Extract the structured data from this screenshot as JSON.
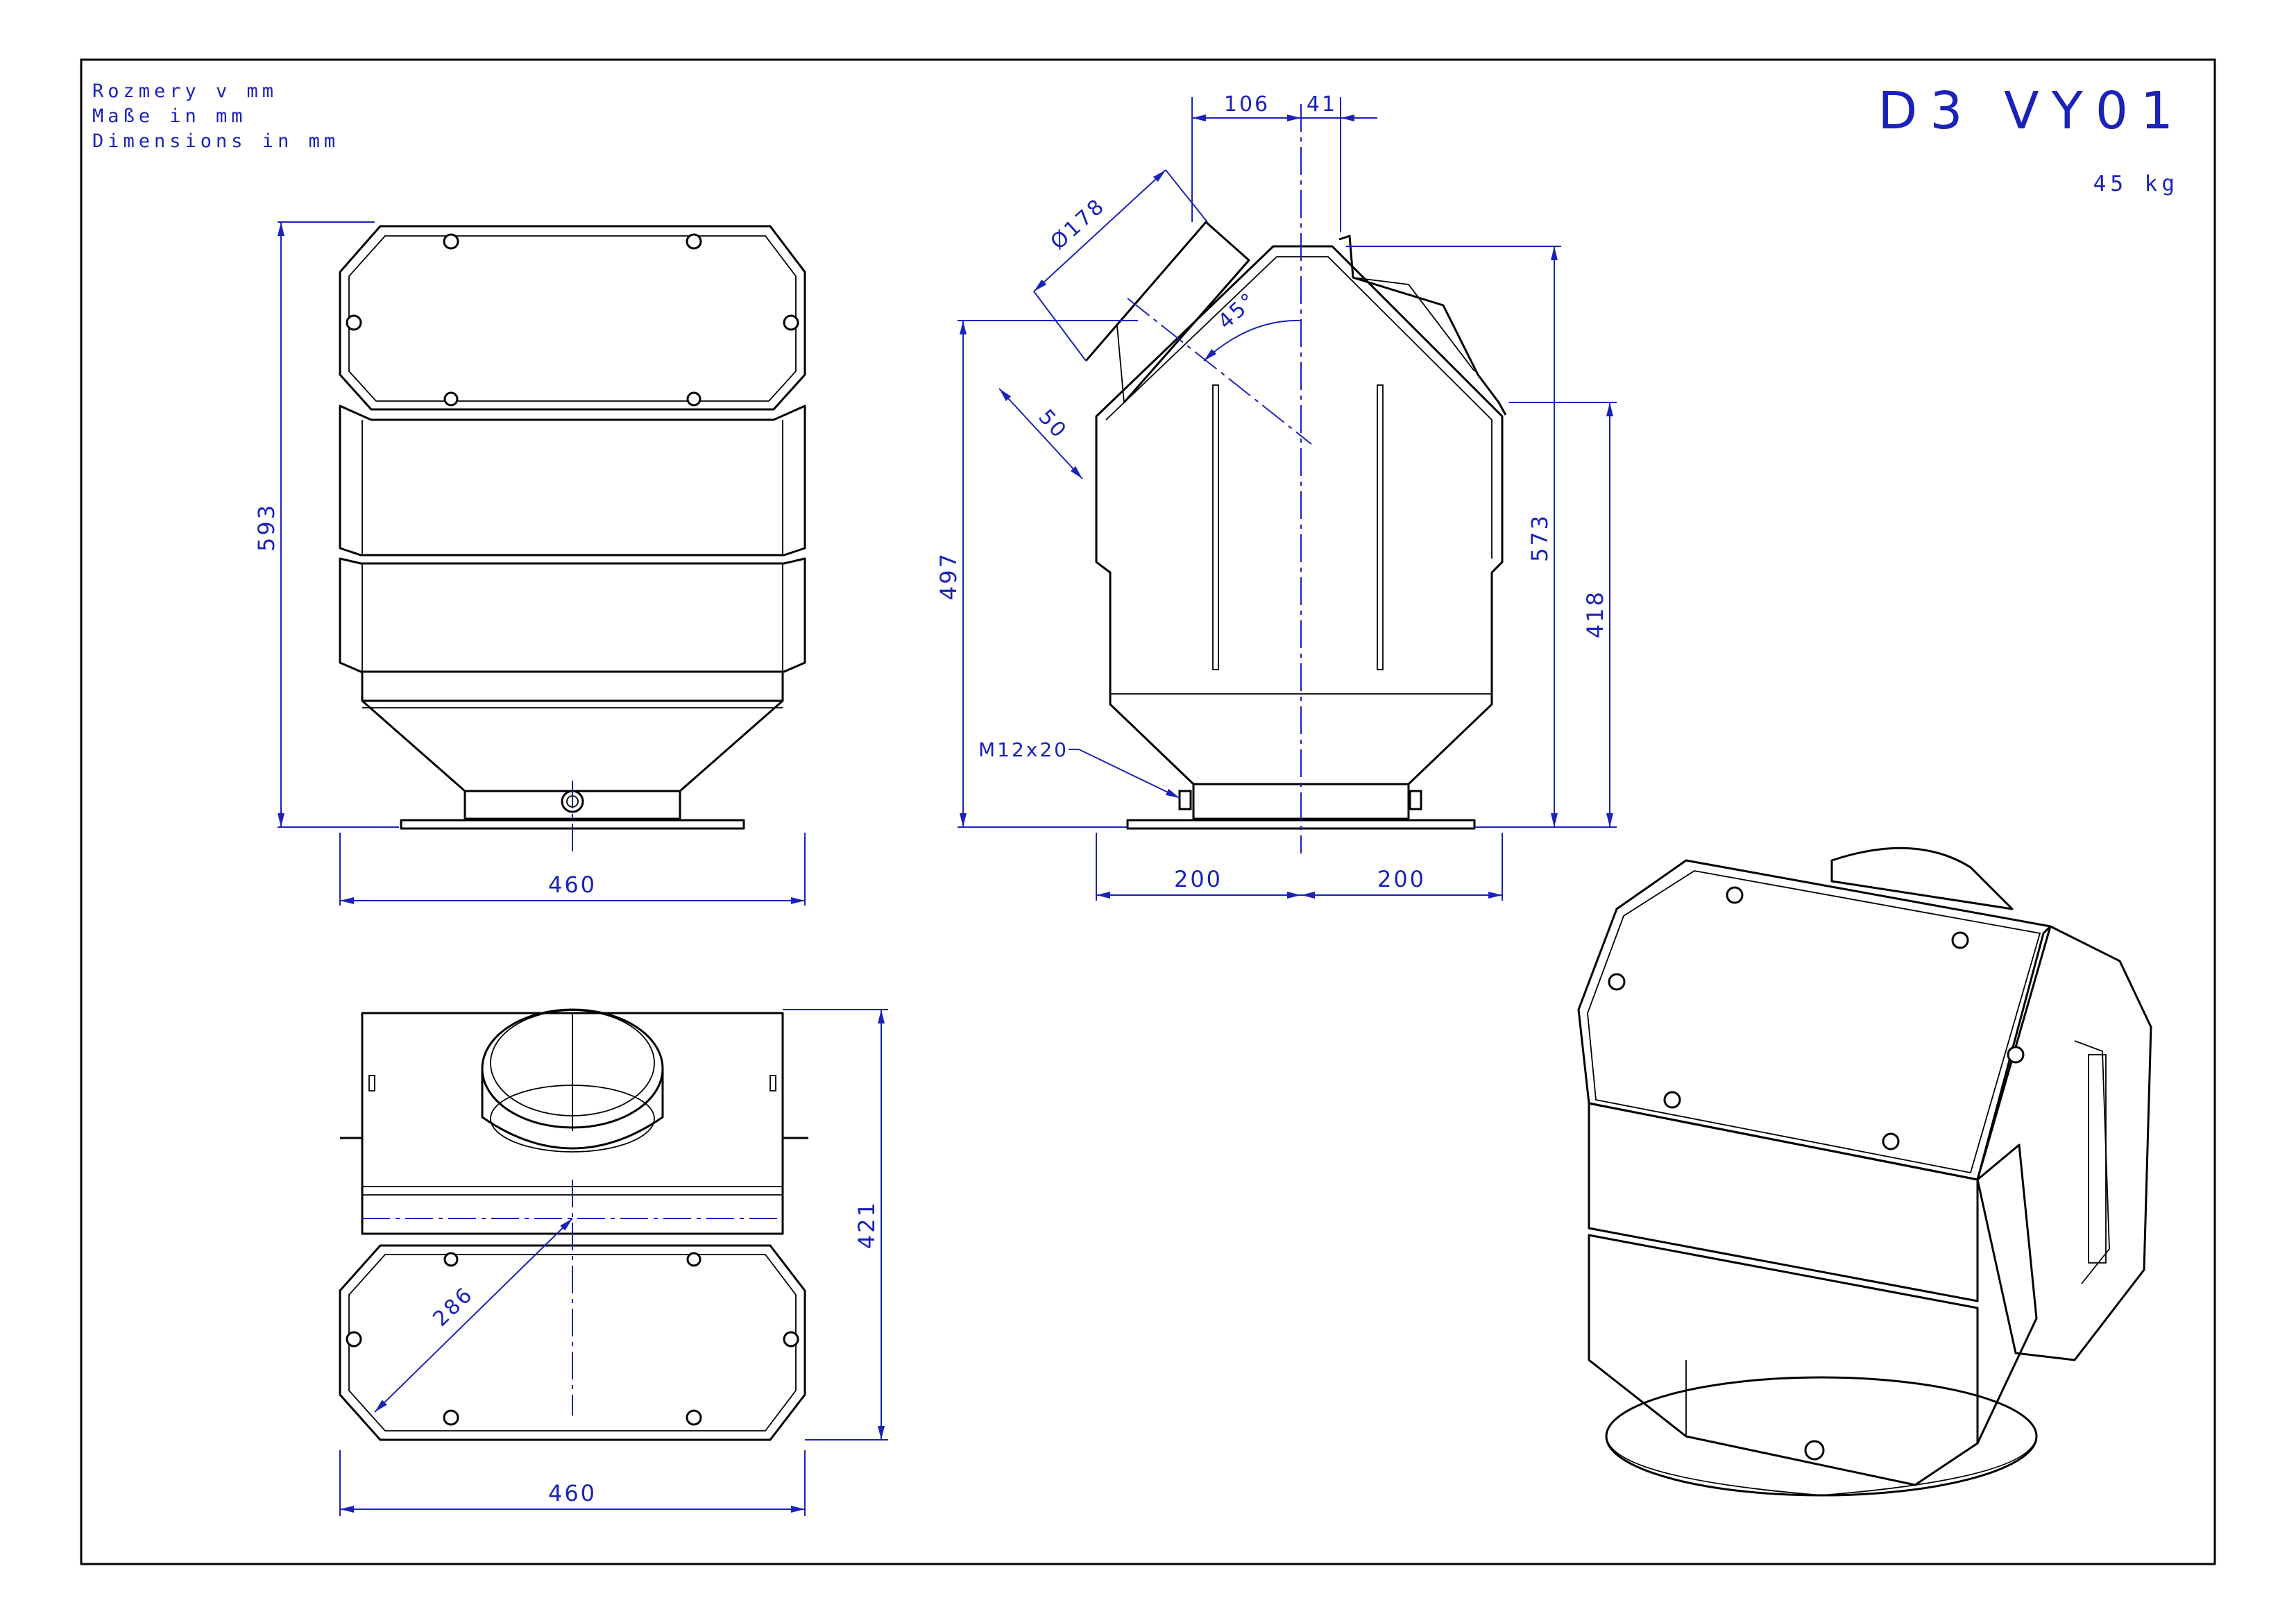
{
  "units_note": {
    "line1": "Rozmery v mm",
    "line2": "Maße in mm",
    "line3": "Dimensions in mm"
  },
  "title": {
    "code": "D3 VY01",
    "weight": "45 kg"
  },
  "front_view": {
    "height_label": "593",
    "width_label": "460"
  },
  "side_view": {
    "top_offset_left": "106",
    "top_offset_right": "41",
    "diameter_label": "Ø178",
    "angle_label": "45°",
    "inlet_length_label": "50",
    "height_497": "497",
    "height_573": "573",
    "height_418": "418",
    "bolt_label": "M12x20",
    "half_width_left": "200",
    "half_width_right": "200"
  },
  "top_view": {
    "depth_label": "421",
    "radius_label": "286",
    "width_label": "460"
  },
  "colors": {
    "dimension": "#1a22b8",
    "outline": "#000000",
    "background": "#ffffff"
  }
}
